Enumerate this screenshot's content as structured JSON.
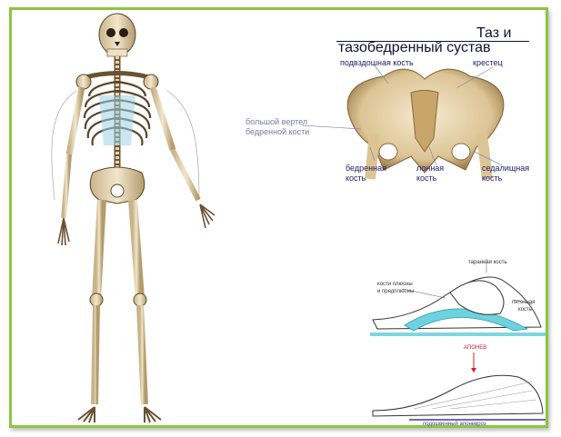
{
  "pelvis": {
    "title_line1": "Таз и",
    "title_line2": "тазобедренный сустав",
    "labels": {
      "ilium": "подвздошная кость",
      "sacrum": "крестец",
      "trochanter_1": "большой вертел",
      "trochanter_2": "бедренной кости",
      "femur_1": "бедренная",
      "femur_2": "кость",
      "pubis_1": "лонная",
      "pubis_2": "кость",
      "ischium_1": "седалищная",
      "ischium_2": "кость"
    }
  },
  "foot": {
    "labels": {
      "talus": "таранная кость",
      "metatarsal_1": "кости плюсны",
      "metatarsal_2": "и предплюсны",
      "calcaneus_1": "пяточная",
      "calcaneus_2": "кость",
      "arch_caption": "",
      "aponeurosis_top": "АПОНЕВ",
      "aponeurosis_bottom": "подошвенный апоневроз"
    }
  },
  "colors": {
    "frame_border": "#8cc63f",
    "bone": "#e9d9b6",
    "bone_shadow": "#8c6a3a",
    "label_text": "#1c1c6b",
    "arch_fill": "#6fd2df",
    "accent_red": "#d21f2b"
  }
}
